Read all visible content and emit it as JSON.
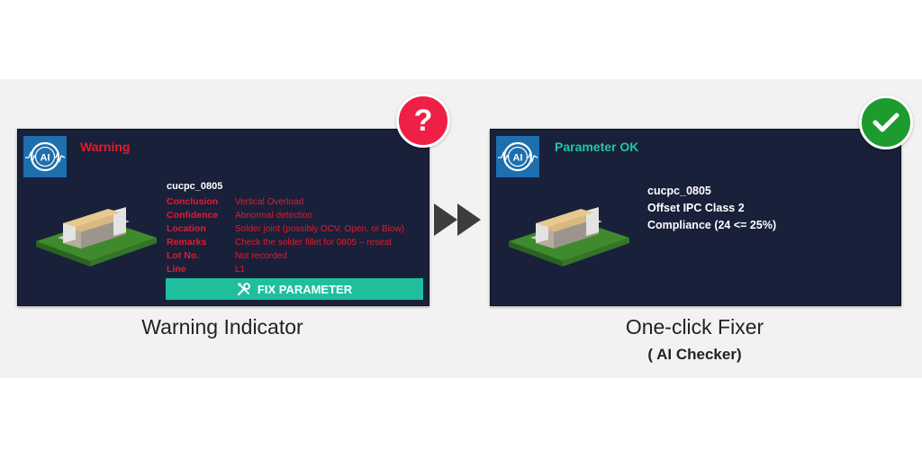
{
  "warning_panel": {
    "status": "Warning",
    "logo_text": "AI",
    "part_name": "cucpc_0805",
    "rows": [
      {
        "key": "Conclusion",
        "value": "Vertical Overload"
      },
      {
        "key": "Confidence",
        "value": "Abnormal detection"
      },
      {
        "key": "Location",
        "value": "Solder joint (possibly OCV, Open, or Blow)"
      },
      {
        "key": "Remarks",
        "value": "Check the solder fillet for 0805 – reseat"
      },
      {
        "key": "Lot No.",
        "value": "Not recorded"
      },
      {
        "key": "Line",
        "value": "L1"
      }
    ],
    "fix_button_label": "FIX PARAMETER",
    "badge_symbol": "?",
    "badge_icon": "question-icon",
    "status_color": "#e8192c"
  },
  "ok_panel": {
    "status": "Parameter OK",
    "logo_text": "AI",
    "lines": [
      "cucpc_0805",
      "Offset IPC Class 2",
      "Compliance (24 <= 25%)"
    ],
    "badge_icon": "check-icon",
    "status_color": "#22c6a4"
  },
  "captions": {
    "left": "Warning Indicator",
    "right": "One-click Fixer",
    "right_sub": "( AI Checker)"
  },
  "colors": {
    "panel_bg": "#18203a",
    "button": "#1fbf9e",
    "question_badge": "#ef1f46",
    "check_badge": "#1d9b2f"
  }
}
